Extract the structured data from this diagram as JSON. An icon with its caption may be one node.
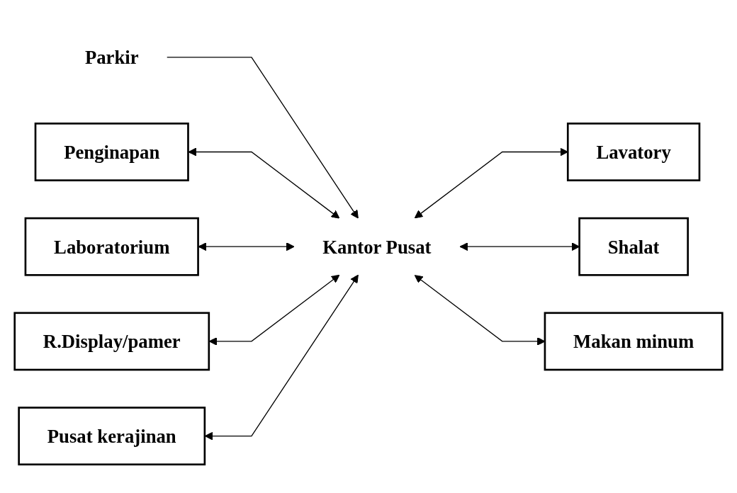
{
  "diagram": {
    "nodes": [
      {
        "text": [
          "Parkir"
        ]
      },
      {
        "text": [
          "Penginapan"
        ]
      },
      {
        "text": [
          "Laboratorium"
        ]
      },
      {
        "text": [
          "R.Display/pamer"
        ]
      },
      {
        "text": [
          "Pusat kerajinan"
        ]
      },
      {
        "text": [
          "Kantor Pusat"
        ]
      },
      {
        "text": [
          "Lavatory"
        ]
      },
      {
        "text": [
          "Shalat"
        ]
      },
      {
        "text": [
          "Makan minum"
        ]
      }
    ],
    "edges": [
      {
        "from": 0,
        "to": 5,
        "arrow": "to"
      },
      {
        "from": 1,
        "to": 5,
        "arrow": "both"
      },
      {
        "from": 2,
        "to": 5,
        "arrow": "both"
      },
      {
        "from": 3,
        "to": 5,
        "arrow": "both"
      },
      {
        "from": 4,
        "to": 5,
        "arrow": "both"
      },
      {
        "from": 5,
        "to": 6,
        "arrow": "both"
      },
      {
        "from": 5,
        "to": 7,
        "arrow": "both"
      },
      {
        "from": 5,
        "to": 8,
        "arrow": "both"
      }
    ]
  }
}
